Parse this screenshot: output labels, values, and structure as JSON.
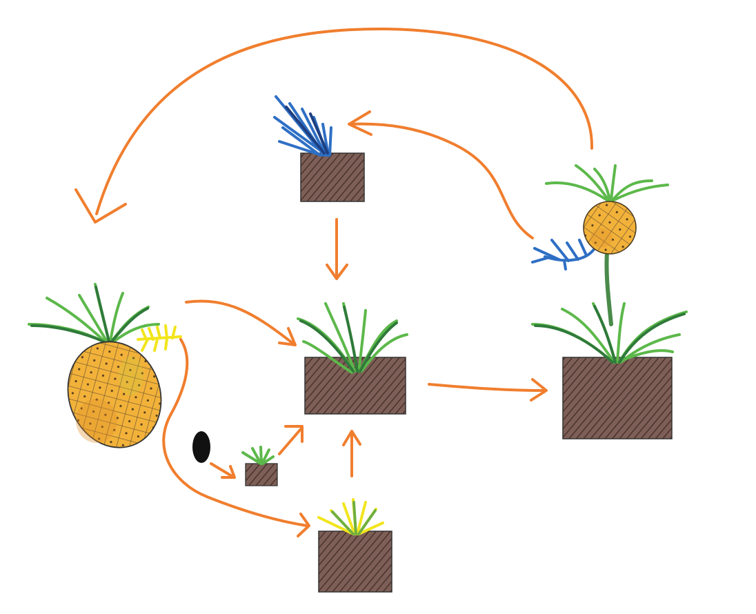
{
  "diagram": {
    "nodes": [
      {
        "name": "whole-pineapple",
        "kind": "fruit"
      },
      {
        "name": "crown-cutting",
        "kind": "crown"
      },
      {
        "name": "potted-young-plant",
        "kind": "pot"
      },
      {
        "name": "mature-plant-with-fruit",
        "kind": "pot"
      },
      {
        "name": "seed",
        "kind": "seed"
      },
      {
        "name": "seedling",
        "kind": "pot"
      },
      {
        "name": "potted-slip",
        "kind": "pot"
      }
    ],
    "edges": [
      {
        "from": "mature-plant-with-fruit",
        "to": "whole-pineapple"
      },
      {
        "from": "mature-plant-with-fruit",
        "to": "crown-cutting"
      },
      {
        "from": "crown-cutting",
        "to": "potted-young-plant"
      },
      {
        "from": "whole-pineapple",
        "to": "potted-young-plant"
      },
      {
        "from": "whole-pineapple",
        "to": "potted-slip"
      },
      {
        "from": "seed",
        "to": "seedling"
      },
      {
        "from": "seedling",
        "to": "potted-young-plant"
      },
      {
        "from": "potted-slip",
        "to": "potted-young-plant"
      },
      {
        "from": "potted-young-plant",
        "to": "mature-plant-with-fruit"
      }
    ]
  },
  "colors": {
    "arrow": "#f07e2e",
    "soil": "#7a5a52",
    "soil_hatch": "#3e2a24",
    "leaf_green": "#5cb84a",
    "leaf_dark": "#2f7a3a",
    "leaf_blue": "#2e6fc4",
    "leaf_yellow": "#f2e51c",
    "fruit": "#f2b23a",
    "fruit_shade": "#e08f2a",
    "fruit_line": "#5a4a30",
    "seed": "#111111",
    "outline": "#333333"
  }
}
